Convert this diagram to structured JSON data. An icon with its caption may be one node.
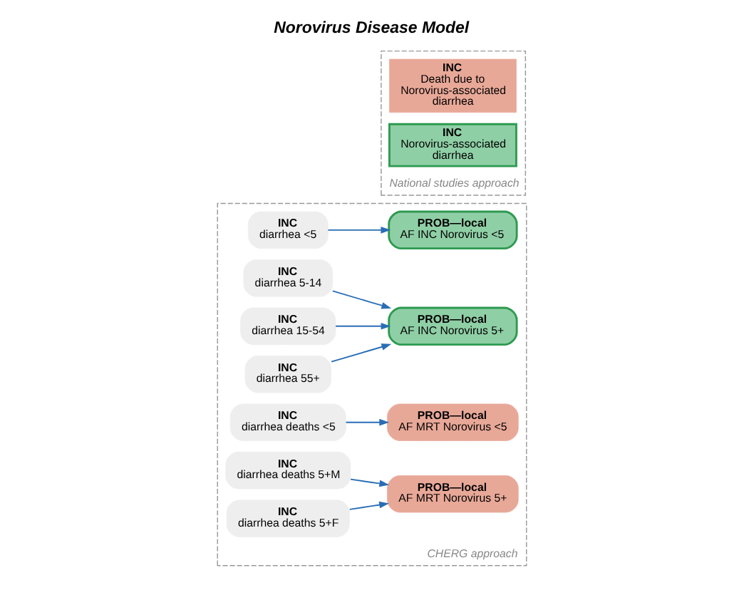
{
  "diagram": {
    "title": "Norovirus Disease Model",
    "nodes": [
      {
        "text": [
          "CHERG approach"
        ]
      },
      {
        "text": [
          "INC",
          "diarrhea <5"
        ],
        "in": 0
      },
      {
        "text": [
          "PROB—local",
          "AF INC Norovirus <5"
        ],
        "in": 0
      },
      {
        "text": [
          "INC",
          "diarrhea 5-14"
        ],
        "in": 0
      },
      {
        "text": [
          "INC",
          "diarrhea 15-54"
        ],
        "in": 0
      },
      {
        "text": [
          "PROB—local",
          "AF INC Norovirus 5+"
        ],
        "in": 0
      },
      {
        "text": [
          "INC",
          "diarrhea 55+"
        ],
        "in": 0
      },
      {
        "text": [
          "INC",
          "diarrhea deaths <5"
        ],
        "in": 0
      },
      {
        "text": [
          "PROB—local",
          "AF MRT Norovirus <5"
        ],
        "in": 0
      },
      {
        "text": [
          "INC",
          "diarrhea deaths 5+M"
        ],
        "in": 0
      },
      {
        "text": [
          "PROB—local",
          "AF MRT Norovirus 5+"
        ],
        "in": 0
      },
      {
        "text": [
          "INC",
          "diarrhea deaths 5+F"
        ],
        "in": 0
      },
      {
        "text": [
          "National studies approach"
        ]
      },
      {
        "text": [
          "INC",
          "Norovirus-associated diarrhea"
        ],
        "in": 12
      },
      {
        "text": [
          "INC",
          "Death due to Norovirus-associated diarrhea"
        ],
        "in": 12
      }
    ],
    "edges": [
      {
        "from": 1,
        "to": 2,
        "arrow": "to"
      },
      {
        "from": 3,
        "to": 5,
        "arrow": "to"
      },
      {
        "from": 4,
        "to": 5,
        "arrow": "to"
      },
      {
        "from": 6,
        "to": 5,
        "arrow": "to"
      },
      {
        "from": 7,
        "to": 8,
        "arrow": "to"
      },
      {
        "from": 9,
        "to": 10,
        "arrow": "to"
      },
      {
        "from": 11,
        "to": 10,
        "arrow": "to"
      }
    ]
  }
}
